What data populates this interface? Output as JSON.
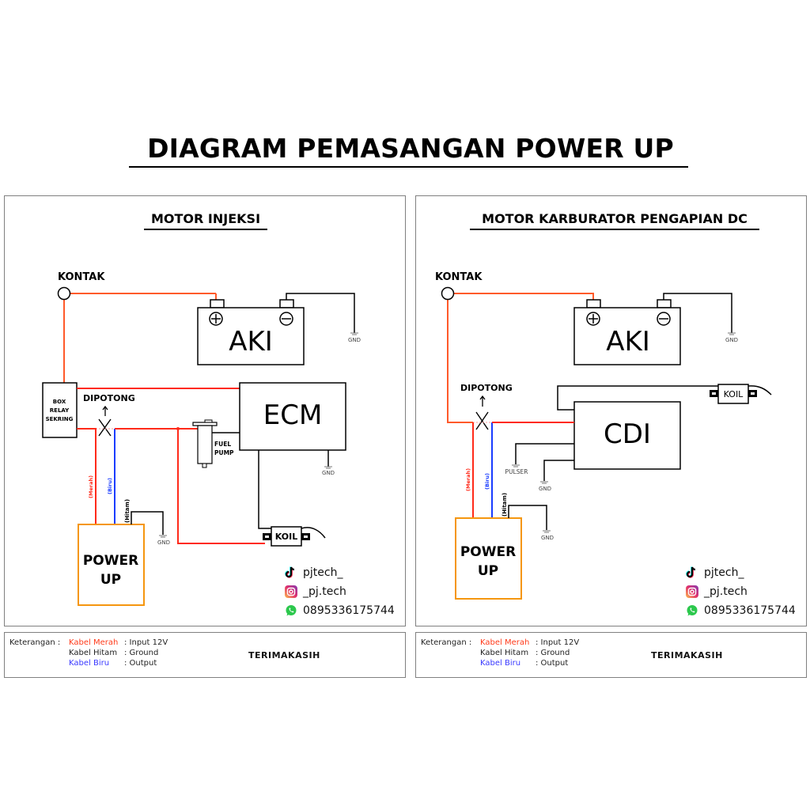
{
  "title": "DIAGRAM PEMASANGAN POWER UP",
  "colors": {
    "red_wire": "#ff2a1a",
    "kontak_wire": "#ff5a2a",
    "blue_wire": "#1a3cff",
    "black_wire": "#000000",
    "power_up_border": "#f5960f",
    "panel_border": "#808080",
    "legend_red": "#ff3a1a",
    "legend_blue": "#3a3aff"
  },
  "panels": [
    {
      "title": "MOTOR INJEKSI",
      "labels": {
        "kontak": "KONTAK",
        "aki": "AKI",
        "ecm": "ECM",
        "box_relay": [
          "BOX",
          "RELAY",
          "SEKRING"
        ],
        "dipotong": "DIPOTONG",
        "fuel_pump": [
          "FUEL",
          "PUMP"
        ],
        "koil": "KOIL",
        "power_up": [
          "POWER",
          "UP"
        ],
        "gnd": "GND",
        "wire_merah": "(Merah)",
        "wire_biru": "(Biru)",
        "wire_hitam": "(Hitam)"
      },
      "social": {
        "tiktok": "pjtech_",
        "instagram": "_pj.tech",
        "whatsapp": "0895336175744"
      },
      "legend": {
        "heading": "Keterangan :",
        "rows": [
          {
            "name": "Kabel Merah",
            "desc": ": Input 12V",
            "color": "red"
          },
          {
            "name": "Kabel Hitam",
            "desc": ": Ground",
            "color": "black"
          },
          {
            "name": "Kabel Biru",
            "desc": ": Output",
            "color": "blue"
          }
        ],
        "thanks": "TERIMAKASIH"
      }
    },
    {
      "title": "MOTOR KARBURATOR PENGAPIAN DC",
      "labels": {
        "kontak": "KONTAK",
        "aki": "AKI",
        "cdi": "CDI",
        "dipotong": "DIPOTONG",
        "koil": "KOIL",
        "pulser": "PULSER",
        "power_up": [
          "POWER",
          "UP"
        ],
        "gnd": "GND",
        "wire_merah": "(Merah)",
        "wire_biru": "(Biru)",
        "wire_hitam": "(Hitam)"
      },
      "social": {
        "tiktok": "pjtech_",
        "instagram": "_pj.tech",
        "whatsapp": "0895336175744"
      },
      "legend": {
        "heading": "Keterangan :",
        "rows": [
          {
            "name": "Kabel Merah",
            "desc": ": Input 12V",
            "color": "red"
          },
          {
            "name": "Kabel Hitam",
            "desc": ": Ground",
            "color": "black"
          },
          {
            "name": "Kabel Biru",
            "desc": ": Output",
            "color": "blue"
          }
        ],
        "thanks": "TERIMAKASIH"
      }
    }
  ]
}
